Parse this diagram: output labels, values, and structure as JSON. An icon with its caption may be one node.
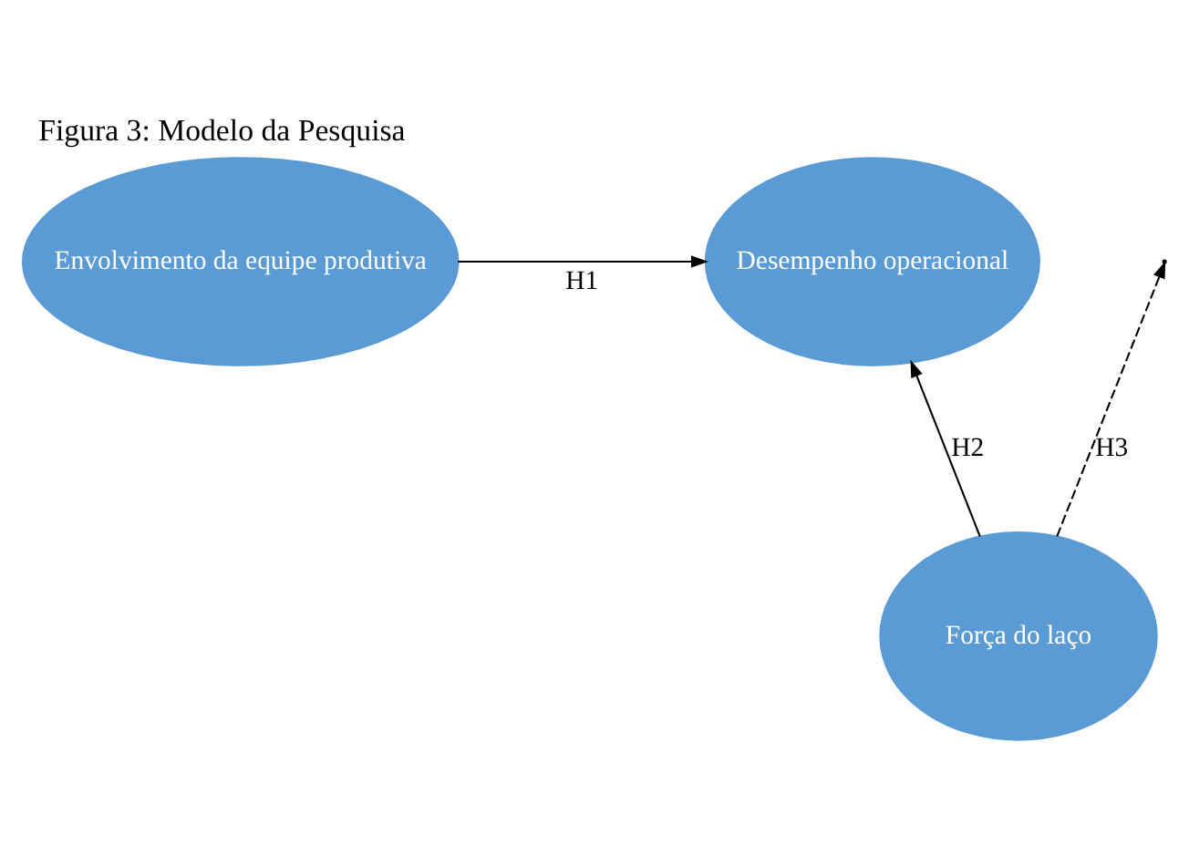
{
  "diagram": {
    "title": "Figura 3: Modelo da Pesquisa",
    "nodes": [
      {
        "text": [
          "Envolvimento da equipe produtiva"
        ]
      },
      {
        "text": [
          "Desempenho operacional"
        ]
      },
      {
        "text": [
          "Força do laço"
        ]
      }
    ],
    "edges": [
      {
        "from": 0,
        "to": 1,
        "arrow": "to",
        "label": "H1"
      },
      {
        "from": 2,
        "to": 1,
        "arrow": "to",
        "label": "H2"
      },
      {
        "from": 2,
        "to": null,
        "arrow": "to",
        "label": "H3",
        "style": "dashed"
      }
    ]
  }
}
